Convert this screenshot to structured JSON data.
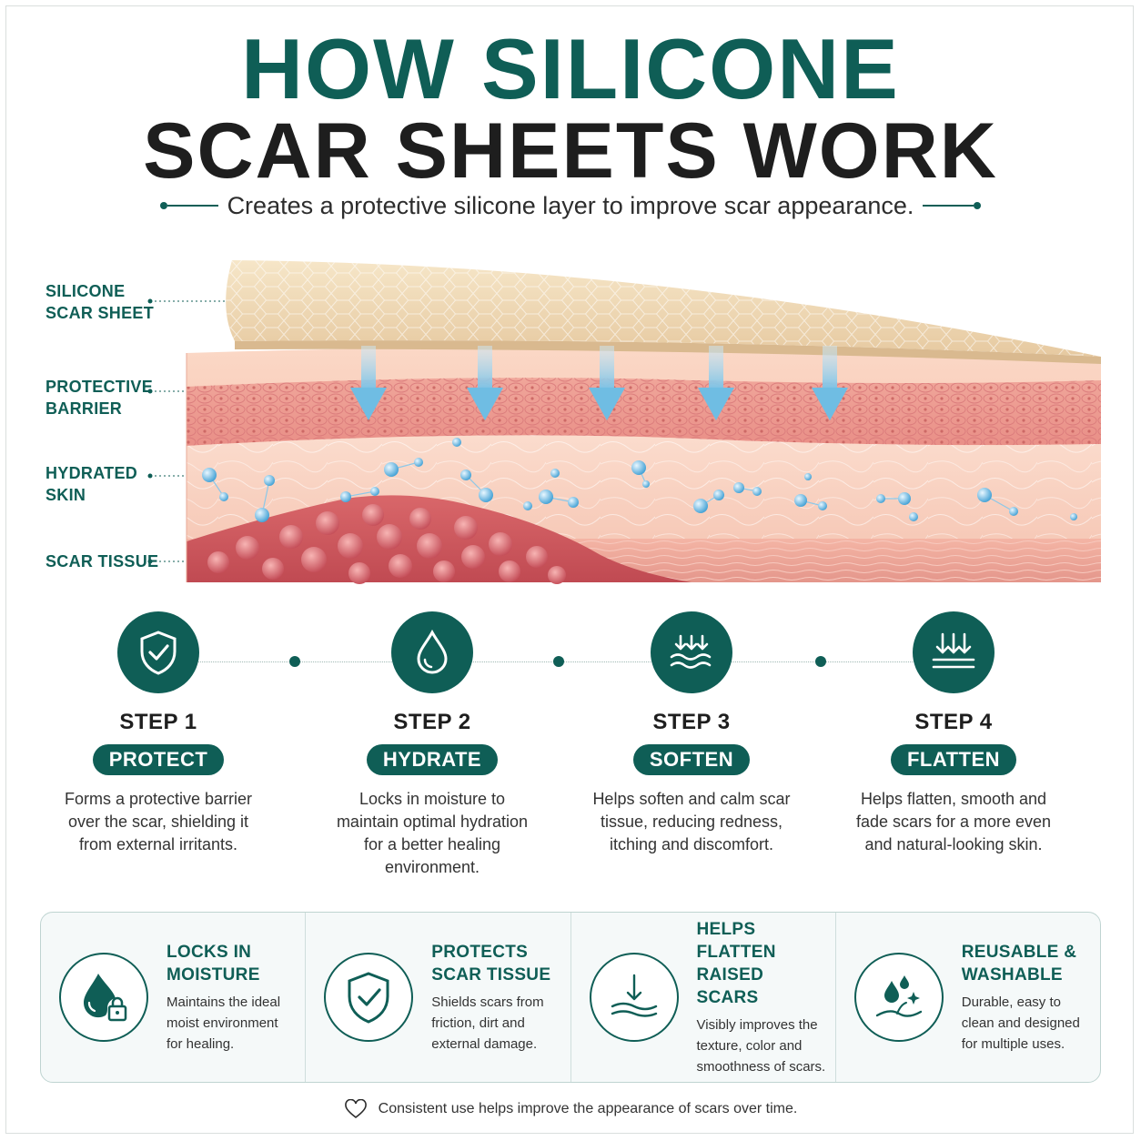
{
  "title": {
    "line1": "HOW SILICONE",
    "line2": "SCAR SHEETS WORK",
    "subtitle": "Creates a protective silicone layer to improve scar appearance."
  },
  "layers": [
    {
      "line1": "SILICONE",
      "line2": "SCAR SHEET"
    },
    {
      "line1": "PROTECTIVE",
      "line2": "BARRIER"
    },
    {
      "line1": "HYDRATED",
      "line2": "SKIN"
    },
    {
      "line1": "SCAR TISSUE",
      "line2": ""
    }
  ],
  "steps": [
    {
      "num": "STEP 1",
      "name": "PROTECT",
      "desc": "Forms a protective barrier over the scar, shielding it from external irritants.",
      "icon": "shield-check-icon"
    },
    {
      "num": "STEP 2",
      "name": "HYDRATE",
      "desc": "Locks in moisture to maintain optimal hydration for a better healing environment.",
      "icon": "water-drop-icon"
    },
    {
      "num": "STEP 3",
      "name": "SOFTEN",
      "desc": "Helps soften and calm scar tissue, reducing redness, itching and discomfort.",
      "icon": "arrows-waves-icon"
    },
    {
      "num": "STEP 4",
      "name": "FLATTEN",
      "desc": "Helps flatten, smooth and fade scars for a more even and natural-looking skin.",
      "icon": "arrows-flat-icon"
    }
  ],
  "benefits": [
    {
      "line1": "LOCKS IN",
      "line2": "MOISTURE",
      "desc": "Maintains the ideal moist environment for healing.",
      "icon": "drop-lock-icon"
    },
    {
      "line1": "PROTECTS",
      "line2": "SCAR TISSUE",
      "desc": "Shields scars from friction, dirt and external damage.",
      "icon": "shield-check-icon"
    },
    {
      "line1": "HELPS FLATTEN",
      "line2": "RAISED SCARS",
      "desc": "Visibly improves the texture, color and smoothness of scars.",
      "icon": "arrow-down-waves-icon"
    },
    {
      "line1": "REUSABLE &",
      "line2": "WASHABLE",
      "desc": "Durable, easy to clean and designed for multiple uses.",
      "icon": "drops-sparkle-icon"
    }
  ],
  "footer": "Consistent use helps improve the appearance of scars over time.",
  "colors": {
    "primary": "#0f5e56",
    "heading": "#1e1e1e",
    "sheet": "#efd9b5",
    "skin": "#f2b3a6",
    "scar": "#cf5a5e",
    "water": "#5fb4de"
  }
}
